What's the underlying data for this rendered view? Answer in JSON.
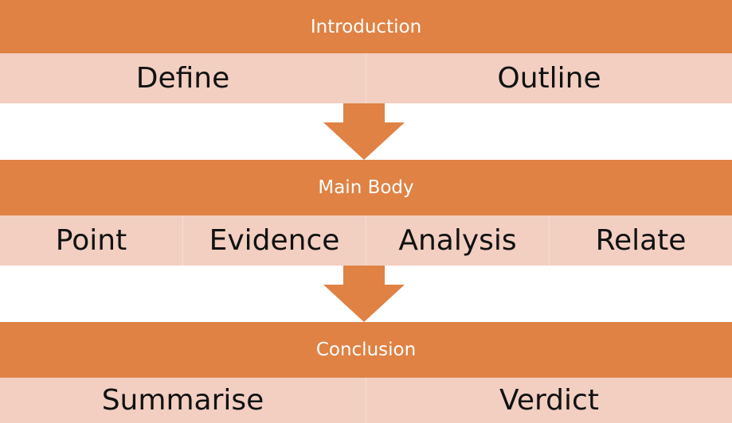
{
  "sections": [
    {
      "heading": "Introduction",
      "items": [
        "Define",
        "Outline"
      ]
    },
    {
      "heading": "Main Body",
      "items": [
        "Point",
        "Evidence",
        "Analysis",
        "Relate"
      ]
    },
    {
      "heading": "Conclusion",
      "items": [
        "Summarise",
        "Verdict"
      ]
    }
  ],
  "colors": {
    "band": "#df8244",
    "row": "#f2cfc1",
    "arrow": "#df8244"
  }
}
